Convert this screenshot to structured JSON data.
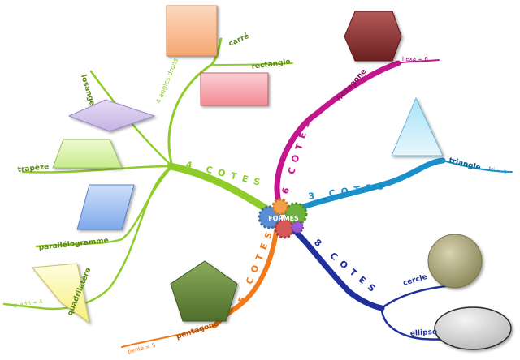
{
  "center": {
    "label": "FORMES"
  },
  "branches": {
    "four": {
      "label": "4 COTES",
      "color": "#8fcc2a"
    },
    "six": {
      "label": "6 COTES",
      "color": "#c4168c"
    },
    "three": {
      "label": "3 COTES",
      "color": "#1a8fc9"
    },
    "eight": {
      "label": "8 COTES",
      "color": "#1f2f9c"
    },
    "five": {
      "label": "5 COTES",
      "color": "#f27a1a"
    }
  },
  "sub": {
    "angles_droits": "4 angles droits",
    "carre": "carré",
    "rectangle": "rectangle",
    "losange": "losange",
    "trapeze": "trapèze",
    "parallelogramme": "parallélogramme",
    "quadrilatere": "quadrilatère",
    "quadri": "quadri = 4",
    "hexagone": "hexagone",
    "hexa": "hexa = 6",
    "triangle": "triangle",
    "tri": "tri = 3",
    "cercle": "cercle",
    "ellipse": "ellipse",
    "pentagone": "pentagone",
    "penta": "penta = 5"
  }
}
